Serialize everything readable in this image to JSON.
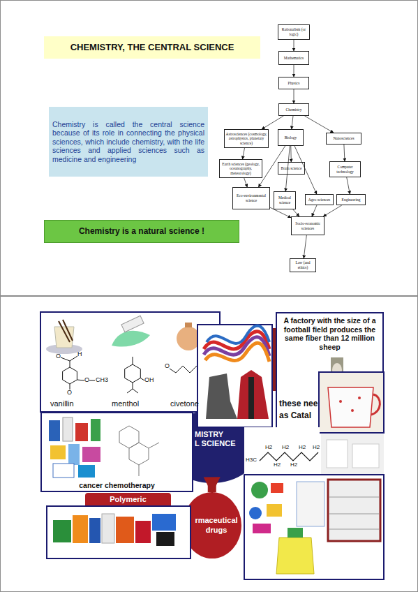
{
  "diagram": {
    "nodes": [
      {
        "text": [
          "CHEMISTRY, THE CENTRAL SCIENCE"
        ]
      },
      {
        "text": [
          "Chemistry is called the central science because of its role in connecting the physical sciences, which include chemistry, with the life sciences and applied sciences such as medicine and engineering"
        ]
      },
      {
        "text": [
          "Chemistry is a natural science !"
        ]
      },
      {
        "text": [
          "Rationalism (or logic)"
        ]
      },
      {
        "text": [
          "Mathematics"
        ]
      },
      {
        "text": [
          "Physics"
        ]
      },
      {
        "text": [
          "Chemistry"
        ]
      },
      {
        "text": [
          "Astrosciences (cosmology, astrophysics, planetary science)"
        ]
      },
      {
        "text": [
          "Biology"
        ]
      },
      {
        "text": [
          "Nanosciences"
        ]
      },
      {
        "text": [
          "Earth sciences (geology, oceanography, meteorology)"
        ]
      },
      {
        "text": [
          "Brain science"
        ]
      },
      {
        "text": [
          "Computer technology"
        ]
      },
      {
        "text": [
          "Eco-environmental science"
        ]
      },
      {
        "text": [
          "Medical science"
        ]
      },
      {
        "text": [
          "Agro-sciences"
        ]
      },
      {
        "text": [
          "Engineering"
        ]
      },
      {
        "text": [
          "Socio-economic sciences"
        ]
      },
      {
        "text": [
          "Law (and ethics)"
        ]
      },
      {
        "text": [
          "MISTRY",
          "L SCIENCE"
        ]
      },
      {
        "text": [
          "A factory with the size of a football field produces the same fiber than 12 million sheep",
          "these nee",
          "as Catal"
        ]
      },
      {
        "text": [
          "cancer chemotherapy"
        ]
      },
      {
        "text": [
          "Polymeric"
        ]
      },
      {
        "text": [
          "rmaceutical drugs"
        ]
      }
    ],
    "edges": [
      {
        "from": 3,
        "to": 4,
        "arrow": "to"
      },
      {
        "from": 4,
        "to": 5,
        "arrow": "to"
      },
      {
        "from": 5,
        "to": 6,
        "arrow": "to"
      },
      {
        "from": 6,
        "to": 7,
        "arrow": "to"
      },
      {
        "from": 6,
        "to": 8,
        "arrow": "to"
      },
      {
        "from": 6,
        "to": 9,
        "arrow": "to"
      },
      {
        "from": 7,
        "to": 10,
        "arrow": "to"
      },
      {
        "from": 10,
        "to": 13,
        "arrow": "to"
      },
      {
        "from": 8,
        "to": 11,
        "arrow": "to"
      },
      {
        "from": 8,
        "to": 14,
        "arrow": "to"
      },
      {
        "from": 8,
        "to": 15,
        "arrow": "to"
      },
      {
        "from": 8,
        "to": 13,
        "arrow": "to"
      },
      {
        "from": 9,
        "to": 12,
        "arrow": "to"
      },
      {
        "from": 12,
        "to": 16,
        "arrow": "to"
      },
      {
        "from": 13,
        "to": 17,
        "arrow": "to"
      },
      {
        "from": 14,
        "to": 17,
        "arrow": "to"
      },
      {
        "from": 15,
        "to": 17,
        "arrow": "to"
      },
      {
        "from": 16,
        "to": 17,
        "arrow": "to"
      },
      {
        "from": 17,
        "to": 18,
        "arrow": "to"
      },
      {
        "from": 19,
        "to": 23,
        "arrow": "to"
      }
    ],
    "labels": [
      "vanillin",
      "menthol",
      "civetone",
      "O",
      "H",
      "O",
      "CH3",
      "O",
      "OH",
      "O",
      "H3C",
      "H2",
      "H2",
      "H2",
      "H2",
      "H2",
      "H2"
    ]
  }
}
